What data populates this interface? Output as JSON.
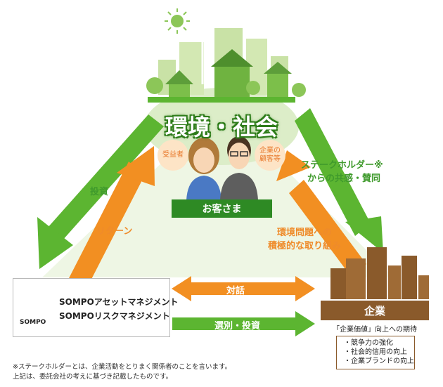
{
  "title": "環境・社会",
  "customers": {
    "label": "お客さま",
    "beneficiary": "受益者",
    "corp_clients": "企業の顧客等"
  },
  "arrows": {
    "invest": "投資",
    "return": "リターン",
    "stakeholder_line1": "ステークホルダー※",
    "stakeholder_line2": "からの共感・賛同",
    "effort_line1": "環境問題への",
    "effort_line2": "積極的な取り組み",
    "dialogue": "対話",
    "selection": "選別・投資"
  },
  "sompo": {
    "logo_text": "SOMPO",
    "line1": "SOMPOアセットマネジメント",
    "line2": "SOMPOリスクマネジメント"
  },
  "corporation": {
    "label": "企業",
    "expectation": "「企業価値」向上への期待",
    "items": [
      "・競争力の強化",
      "・社会的信用の向上",
      "・企業ブランドの向上"
    ]
  },
  "notes": {
    "line1": "※ステークホルダーとは、企業活動をとりまく関係者のことを言います。",
    "line2": "上記は、委託会社の考えに基づき記載したものです。"
  },
  "colors": {
    "green": "#5cb531",
    "orange": "#f28f22",
    "dark_green": "#2e8a24",
    "brown": "#8a5a2b"
  }
}
